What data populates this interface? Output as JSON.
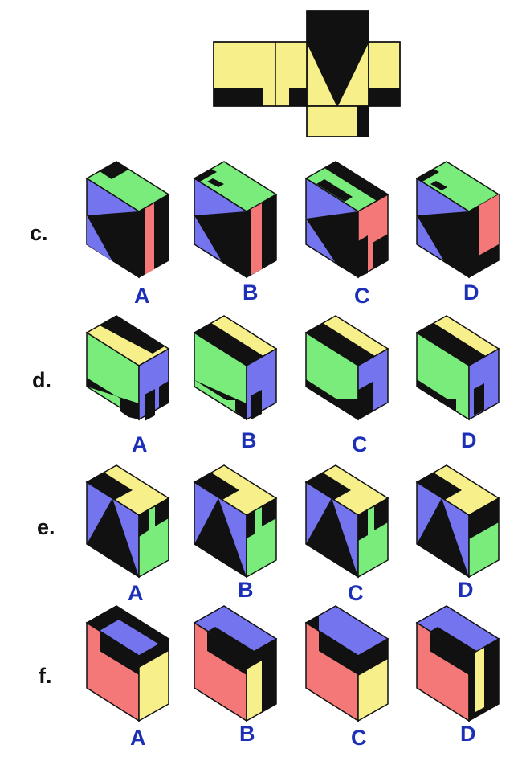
{
  "colors": {
    "yellow": "#f7f08a",
    "green": "#79ec7c",
    "blue": "#7474ee",
    "red": "#f47878",
    "black": "#111111",
    "label_blue": "#1c2fb7",
    "outline": "#111111"
  },
  "net": {
    "description_icon": "cube-net"
  },
  "rows": [
    {
      "label": "c.",
      "options": [
        "A",
        "B",
        "C",
        "D"
      ]
    },
    {
      "label": "d.",
      "options": [
        "A",
        "B",
        "C",
        "D"
      ]
    },
    {
      "label": "e.",
      "options": [
        "A",
        "B",
        "C",
        "D"
      ]
    },
    {
      "label": "f.",
      "options": [
        "A",
        "B",
        "C",
        "D"
      ]
    }
  ]
}
